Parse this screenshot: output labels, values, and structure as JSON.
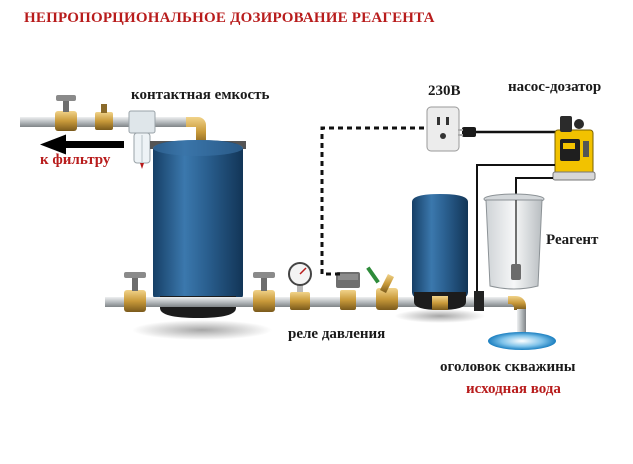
{
  "title": "НЕПРОПОРЦИОНАЛЬНОЕ ДОЗИРОВАНИЕ РЕАГЕНТА",
  "labels": {
    "contact_tank": "контактная емкость",
    "to_filter": "к фильтру",
    "voltage": "230В",
    "dosing_pump": "насос-дозатор",
    "reagent": "Реагент",
    "pressure_relay": "реле давления",
    "well_head": "оголовок скважины",
    "source_water": "исходная вода"
  },
  "colors": {
    "title": "#b81c1c",
    "accent_red": "#b81c1c",
    "pipe": "#c4c9cc",
    "brass": "#c99a3a",
    "tank_blue": "#2a5f8f",
    "pump_yellow": "#f2c200"
  }
}
